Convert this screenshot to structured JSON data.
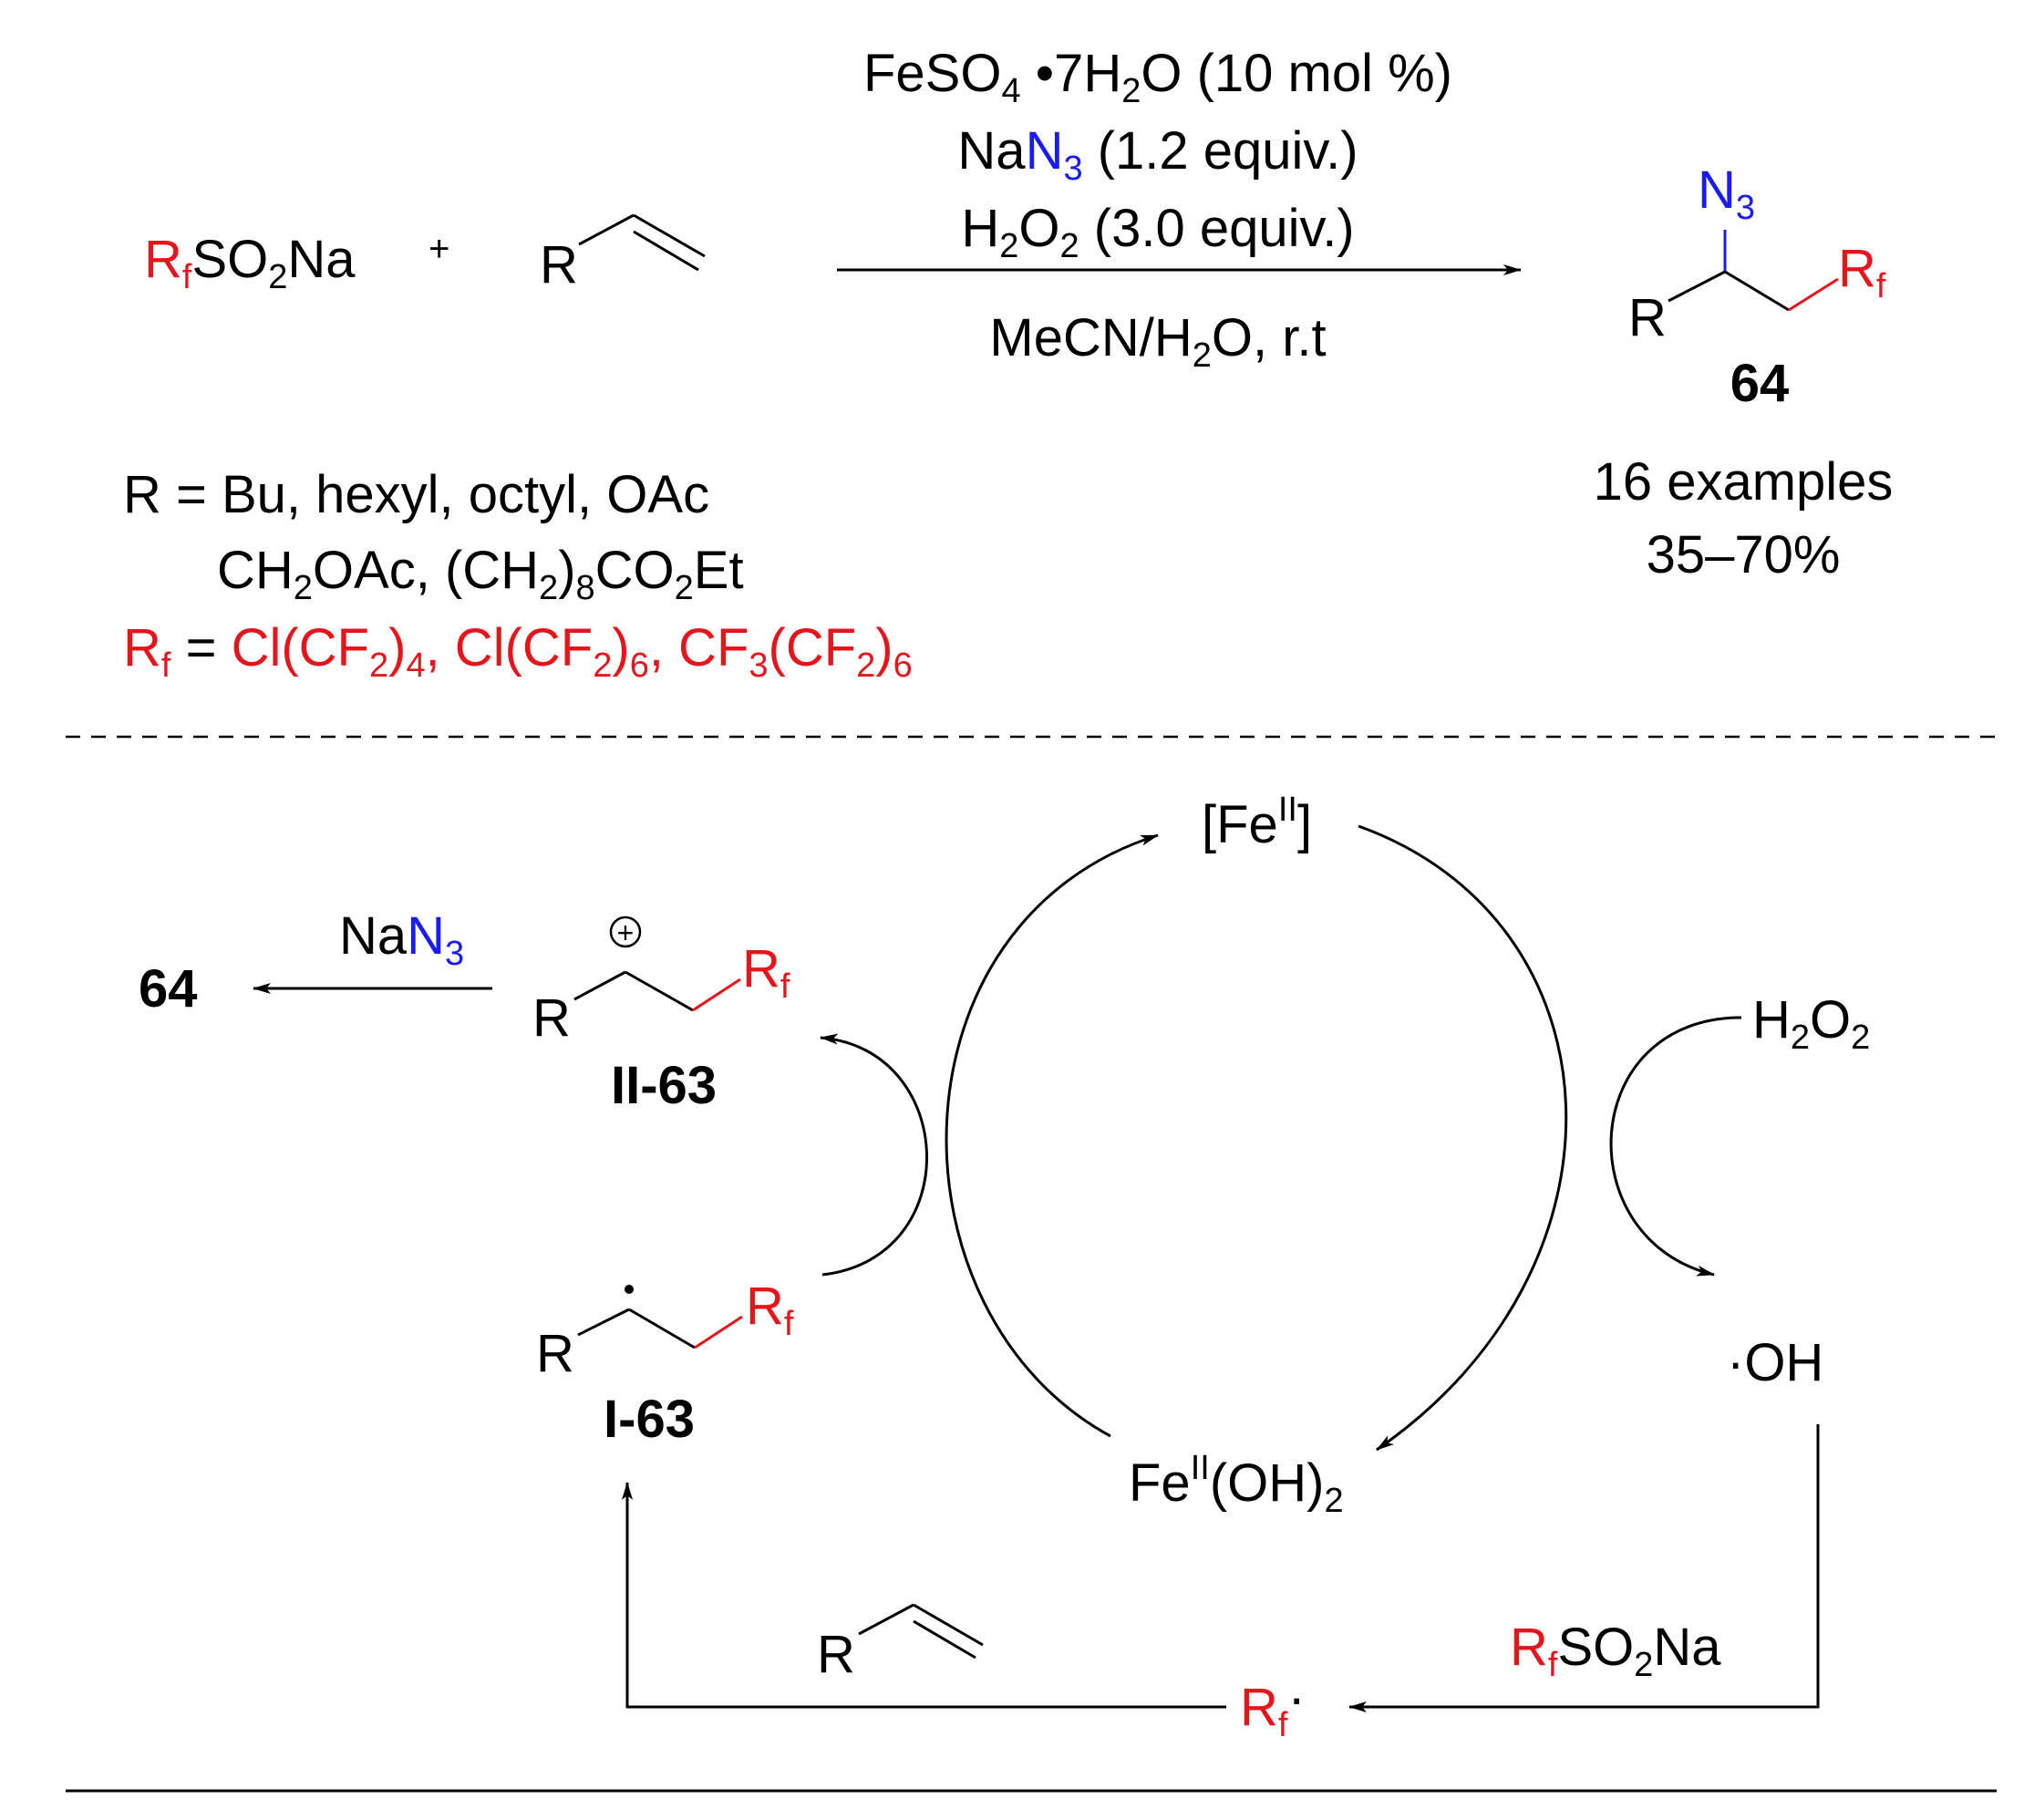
{
  "colors": {
    "rf": "#e8141b",
    "azide": "#1a1aff",
    "ink": "#000000"
  },
  "top_scheme": {
    "reagent_rf": "R",
    "reagent_rf_sub": "f",
    "reagent_so2na": "SO",
    "reagent_so2na_sub": "2",
    "reagent_na": "Na",
    "plus": "+",
    "alkene_r": "R",
    "cond1_a": "FeSO",
    "cond1_sub": "4",
    "cond1_b": " •7H",
    "cond1_sub2": "2",
    "cond1_c": "O (10 mol %)",
    "cond2_a": "Na",
    "cond2_n": "N",
    "cond2_sub": "3",
    "cond2_b": " (1.2 equiv.)",
    "cond3_a": "H",
    "cond3_sub": "2",
    "cond3_b": "O",
    "cond3_sub2": "2",
    "cond3_c": " (3.0 equiv.)",
    "solvent_a": "MeCN/H",
    "solvent_sub": "2",
    "solvent_b": "O, r.t",
    "product_n": "N",
    "product_n_sub": "3",
    "product_r": "R",
    "product_rf": "R",
    "product_rf_sub": "f",
    "product_label": "64",
    "examples": "16 examples",
    "yield": "35–70%",
    "scope_r_line1": "R = Bu, hexyl, octyl, OAc",
    "scope_r_line2_a": "CH",
    "scope_r_line2_sub1": "2",
    "scope_r_line2_b": "OAc, (CH",
    "scope_r_line2_sub2": "2",
    "scope_r_line2_c": ")",
    "scope_r_line2_sub3": "8",
    "scope_r_line2_d": "CO",
    "scope_r_line2_sub4": "2",
    "scope_r_line2_e": "Et",
    "scope_rf_r": "R",
    "scope_rf_sub": "f",
    "scope_rf_eq": " = ",
    "scope_rf_1a": "Cl(CF",
    "scope_rf_1sub": "2",
    "scope_rf_1b": ")",
    "scope_rf_1sub2": "4",
    "scope_rf_2a": ", Cl(CF",
    "scope_rf_2sub": "2",
    "scope_rf_2b": ")",
    "scope_rf_2sub2": "6",
    "scope_rf_3a": ", CF",
    "scope_rf_3sub": "3",
    "scope_rf_3b": "(CF",
    "scope_rf_3sub2": "2",
    "scope_rf_3c": ")",
    "scope_rf_3sub3": "6"
  },
  "mechanism": {
    "fe2_a": "[Fe",
    "fe2_sup": "II",
    "fe2_b": "]",
    "fe2oh_a": "Fe",
    "fe2oh_sup": "II",
    "fe2oh_b": "(OH)",
    "fe2oh_sub": "2",
    "h2o2_a": "H",
    "h2o2_sub": "2",
    "h2o2_b": "O",
    "h2o2_sub2": "2",
    "oh_radical": "·OH",
    "rfso2na_r": "R",
    "rfso2na_sub": "f",
    "rfso2na_b": "SO",
    "rfso2na_sub2": "2",
    "rfso2na_c": "Na",
    "rf_radical_r": "R",
    "rf_radical_sub": "f",
    "rf_radical_dot": "·",
    "alkene_r": "R",
    "intermediate_i_r": "R",
    "intermediate_i_rf": "R",
    "intermediate_i_rf_sub": "f",
    "intermediate_i_label": "I-63",
    "intermediate_ii_r": "R",
    "intermediate_ii_rf": "R",
    "intermediate_ii_rf_sub": "f",
    "intermediate_ii_charge": "+",
    "intermediate_ii_label": "II-63",
    "nan3_a": "Na",
    "nan3_n": "N",
    "nan3_sub": "3",
    "final_product": "64"
  }
}
